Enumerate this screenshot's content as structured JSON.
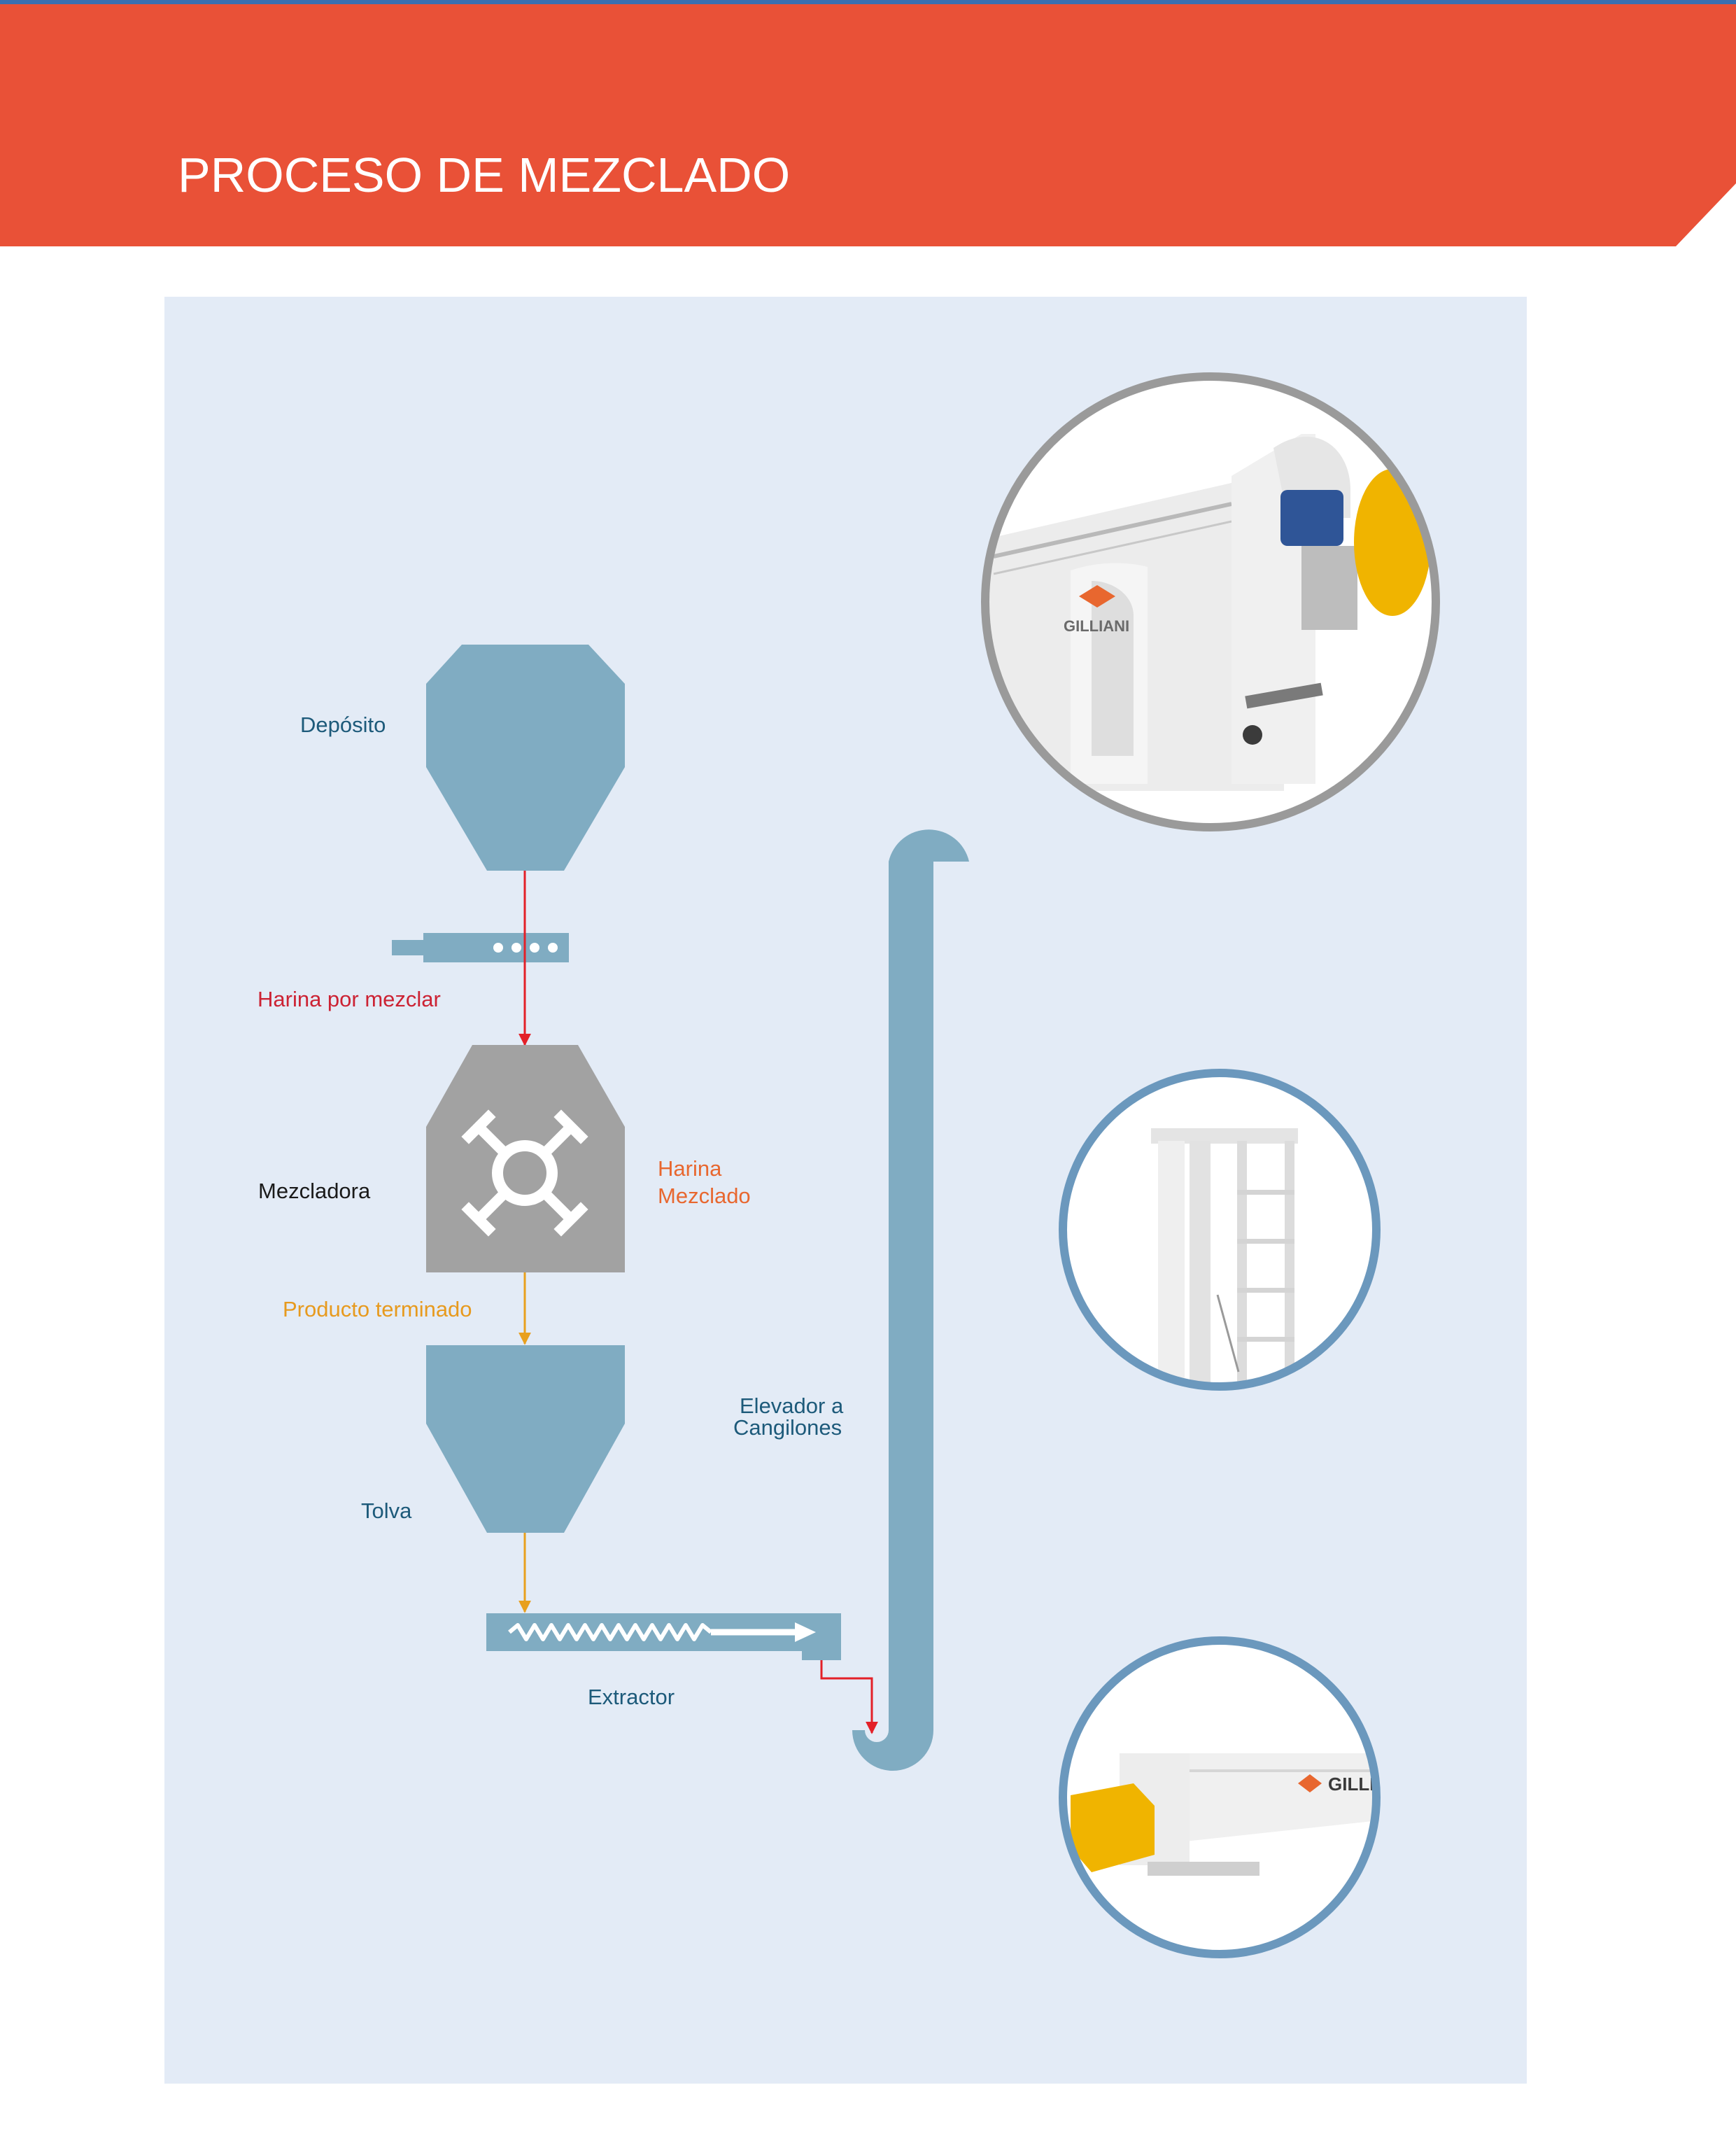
{
  "header": {
    "title": "PROCESO DE MEZCLADO"
  },
  "colors": {
    "banner": "#e95137",
    "top_line": "#3a6fb0",
    "panel": "#e3ebf6",
    "equipment": "#80acc2",
    "mixer": "#a2a2a2",
    "flow_red": "#e32028",
    "flow_amber": "#e8a01e",
    "photo_ring_gray": "#9a9a9a",
    "photo_ring_blue": "#6b98bd"
  },
  "diagram": {
    "labels": {
      "deposito": "Depósito",
      "harina_por_mezclar": "Harina por mezclar",
      "mezcladora": "Mezcladora",
      "harina_mezclado_1": "Harina",
      "harina_mezclado_2": "Mezclado",
      "producto_terminado": "Producto terminado",
      "tolva": "Tolva",
      "elevador_1": "Elevador a",
      "elevador_2": "Cangilones",
      "extractor": "Extractor"
    },
    "photos": [
      {
        "subject": "mixer-machine",
        "brand_mark": "GILLIANI"
      },
      {
        "subject": "bucket-elevator"
      },
      {
        "subject": "screw-conveyor",
        "brand_mark": "GILLIA"
      }
    ]
  }
}
